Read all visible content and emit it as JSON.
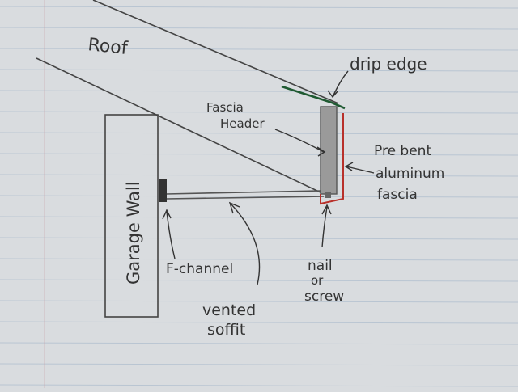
{
  "labels": {
    "roof": "Roof",
    "drip_edge": "drip edge",
    "fascia_header_1": "Fascia",
    "fascia_header_2": "Header",
    "pre_bent_1": "Pre bent",
    "pre_bent_2": "aluminum",
    "pre_bent_3": "fascia",
    "garage_wall": "Garage Wall",
    "f_channel": "F-channel",
    "nail_1": "nail",
    "nail_2": "or",
    "nail_3": "screw",
    "vented_1": "vented",
    "vented_2": "soffit"
  },
  "colors": {
    "paper": "#d9dcdf",
    "ruled_line": "#9fb3c8",
    "margin_line": "#c99aa0",
    "pencil": "#444444",
    "drip_edge": "#1f5a32",
    "aluminum": "#b8302a",
    "fascia_fill": "#9a9a9a"
  }
}
